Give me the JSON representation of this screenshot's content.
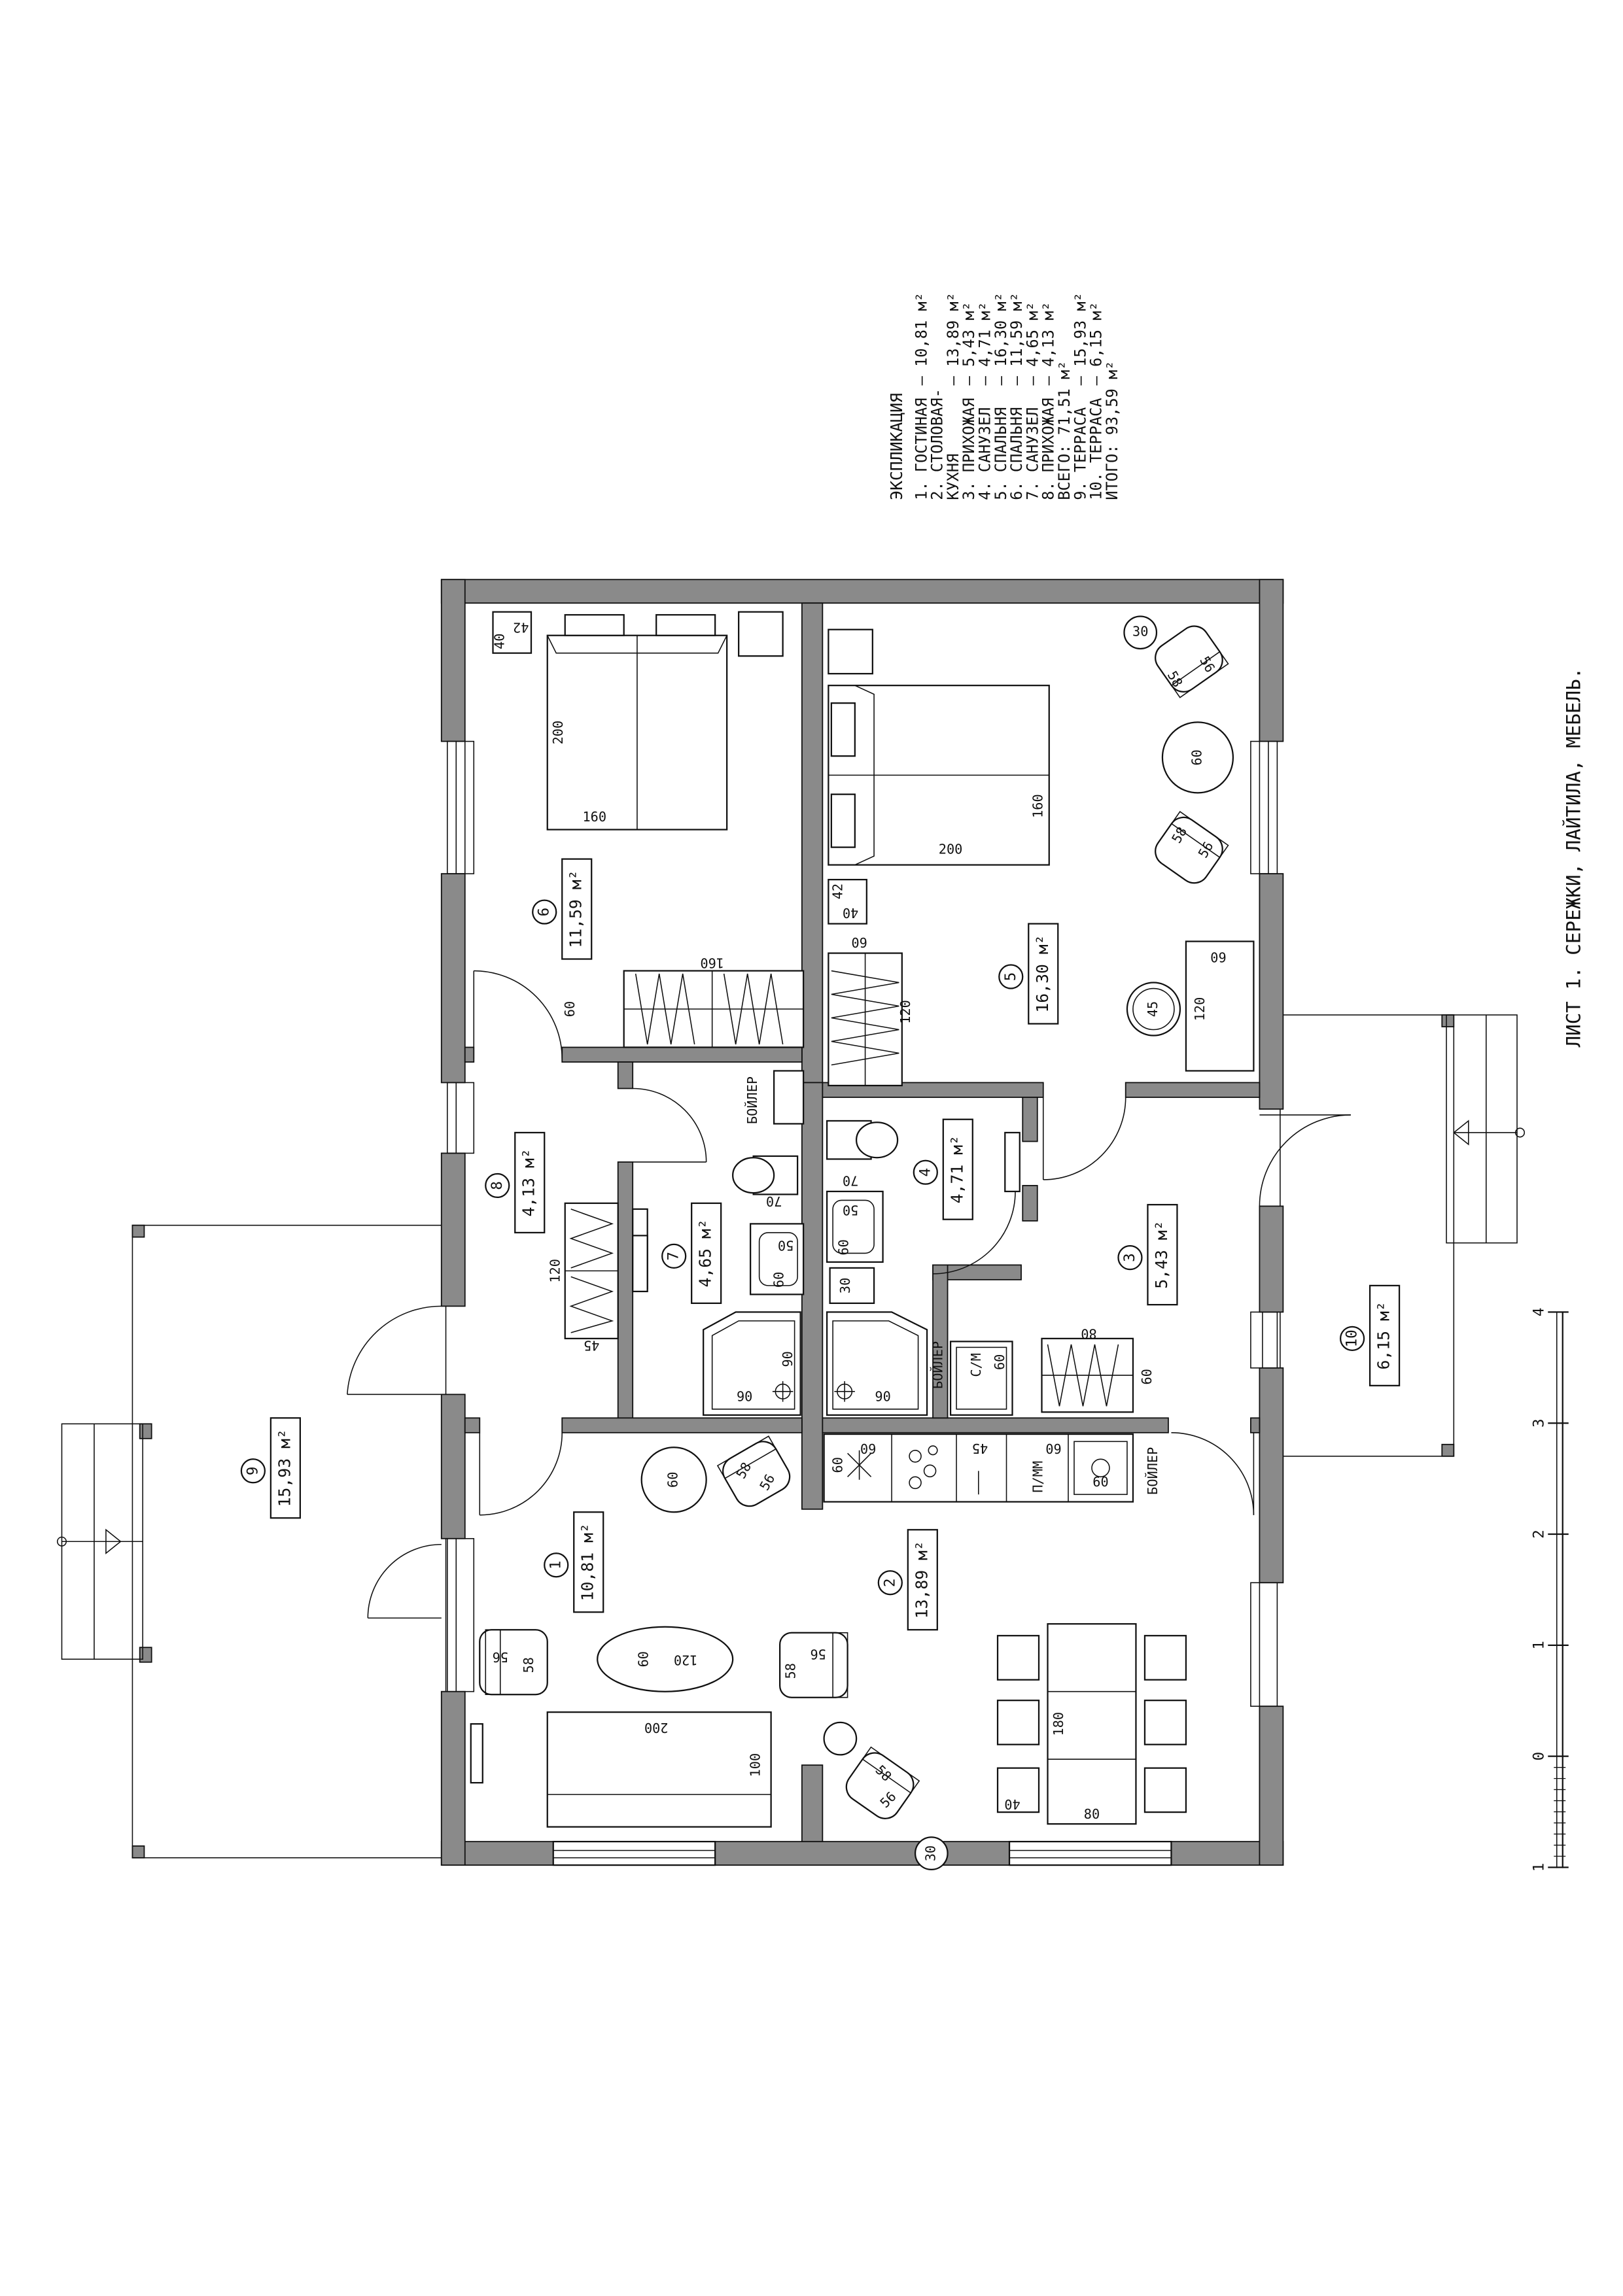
{
  "sheet": {
    "title": "ЛИСТ 1. СЕРЕЖКИ, ЛАЙТИЛА, МЕБЕЛЬ."
  },
  "explication": {
    "heading": "ЭКСПЛИКАЦИЯ",
    "rows": [
      {
        "num": "1.",
        "name": "ГОСТИНАЯ",
        "area": "– 10,81 м²"
      },
      {
        "num": "2.",
        "name": "СТОЛОВАЯ-",
        "area": ""
      },
      {
        "num": "",
        "name": "КУХНЯ",
        "area": "– 13,89 м²"
      },
      {
        "num": "3.",
        "name": "ПРИХОЖАЯ",
        "area": "– 5,43 м²"
      },
      {
        "num": "4.",
        "name": "САНУЗЕЛ",
        "area": "– 4,71 м²"
      },
      {
        "num": "5.",
        "name": "СПАЛЬНЯ",
        "area": "– 16,30 м²"
      },
      {
        "num": "6.",
        "name": "СПАЛЬНЯ",
        "area": "– 11,59 м²"
      },
      {
        "num": "7.",
        "name": "САНУЗЕЛ",
        "area": "– 4,65 м²"
      },
      {
        "num": "8.",
        "name": "ПРИХОЖАЯ",
        "area": "– 4,13 м²"
      },
      {
        "num": "",
        "name": "ВСЕГО: 71,51 м²",
        "area": ""
      },
      {
        "num": "9.",
        "name": "ТЕРРАСА",
        "area": "– 15,93 м²"
      },
      {
        "num": "10.",
        "name": "ТЕРРАСА",
        "area": "– 6,15 м²"
      },
      {
        "num": "",
        "name": "ИТОГО: 93,59 м²",
        "area": ""
      }
    ]
  },
  "rooms": [
    {
      "num": "1",
      "area": "10,81 м²"
    },
    {
      "num": "2",
      "area": "13,89 м²"
    },
    {
      "num": "3",
      "area": "5,43 м²"
    },
    {
      "num": "4",
      "area": "4,71 м²"
    },
    {
      "num": "5",
      "area": "16,30 м²"
    },
    {
      "num": "6",
      "area": "11,59 м²"
    },
    {
      "num": "7",
      "area": "4,65 м²"
    },
    {
      "num": "8",
      "area": "4,13 м²"
    },
    {
      "num": "9",
      "area": "15,93 м²"
    },
    {
      "num": "10",
      "area": "6,15 м²"
    }
  ],
  "furniture": {
    "bed6_w": "160",
    "bed6_l": "200",
    "wardrobe6_l": "160",
    "wardrobe6_d": "60",
    "nightstand6_a": "40",
    "nightstand6_b": "42",
    "bed5_w": "160",
    "bed5_l": "200",
    "nightstand5_a": "40",
    "nightstand5_b": "42",
    "wardrobe5_a": "60",
    "wardrobe5_b": "120",
    "table5_r": "60",
    "chair_a": "58",
    "chair_b": "56",
    "stool": "30",
    "desk5_a": "60",
    "desk5_b": "120",
    "pouf": "45",
    "boiler": "БОЙЛЕР",
    "wc7": "70",
    "sink7_a": "50",
    "sink7_b": "60",
    "shower_a": "90",
    "shower_b": "90",
    "wc4": "70",
    "sink4_a": "50",
    "sink4_b": "60",
    "cab4": "30",
    "wm": "С/М",
    "wm_d": "60",
    "wardrobe3_a": "80",
    "wardrobe3_b": "60",
    "wardrobe8_a": "120",
    "wardrobe8_b": "45",
    "table1_a": "120",
    "table1_b": "60",
    "sofa_a": "200",
    "sofa_b": "100",
    "round1": "60",
    "dining_a": "180",
    "dining_b": "80",
    "dining_c": "40",
    "k60a": "60",
    "k60b": "60",
    "k45": "45",
    "k60c": "60",
    "pmm": "П/ММ",
    "k60d": "60"
  },
  "scale_bar": {
    "ticks": [
      "1",
      "0",
      "1",
      "2",
      "3",
      "4"
    ]
  }
}
